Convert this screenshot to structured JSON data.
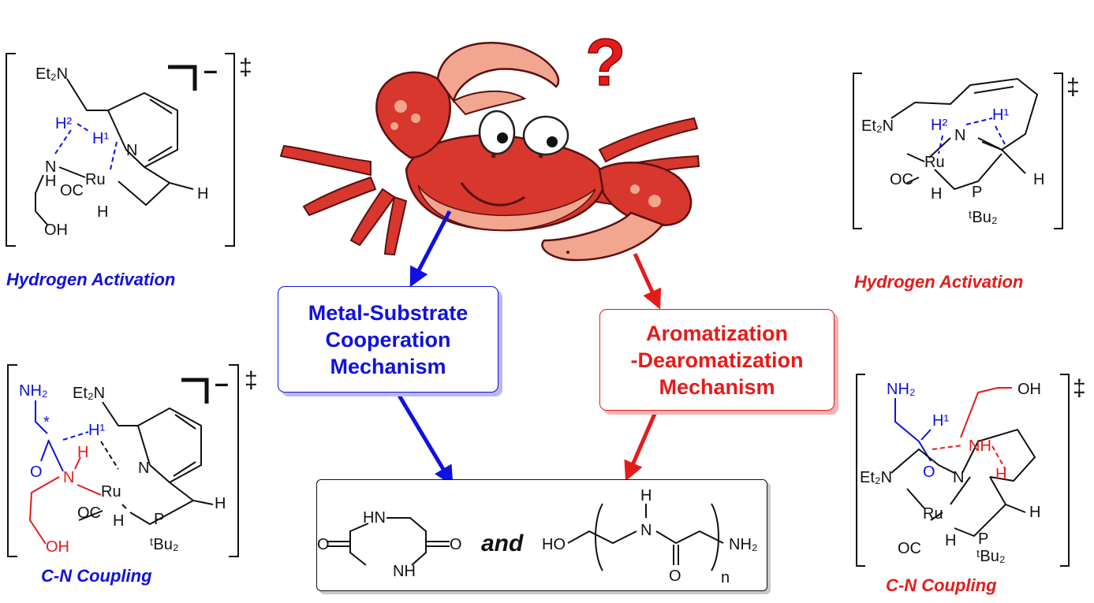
{
  "labels": {
    "tl_caption": "Hydrogen Activation",
    "tr_caption": "Hydrogen Activation",
    "bl_caption": "C-N Coupling",
    "br_caption": "C-N Coupling",
    "and_text": "and"
  },
  "mechanisms": {
    "metal_substrate": [
      "Metal-Substrate",
      "Cooperation",
      "Mechanism"
    ],
    "aromatization": [
      "Aromatization",
      "-Dearomatization",
      "Mechanism"
    ]
  },
  "chem": {
    "dagger": "‡",
    "charge": "–",
    "question": "?",
    "et2n": "Et₂N",
    "ru": "Ru",
    "oc": "OC",
    "h": "H",
    "n": "N",
    "nh": "NH",
    "o": "O",
    "oh": "OH",
    "nh2": "NH₂",
    "p": "P",
    "tbu2": "ᵗBu₂",
    "h1": "H¹",
    "h2": "H²",
    "star": "*",
    "hn": "HN",
    "ho": "HO",
    "n_sub": "n"
  },
  "colors": {
    "blue": "#1010e0",
    "red": "#e51b1b",
    "crab_red": "#d8372e",
    "crab_pink": "#f2a58f",
    "black": "#111111"
  }
}
